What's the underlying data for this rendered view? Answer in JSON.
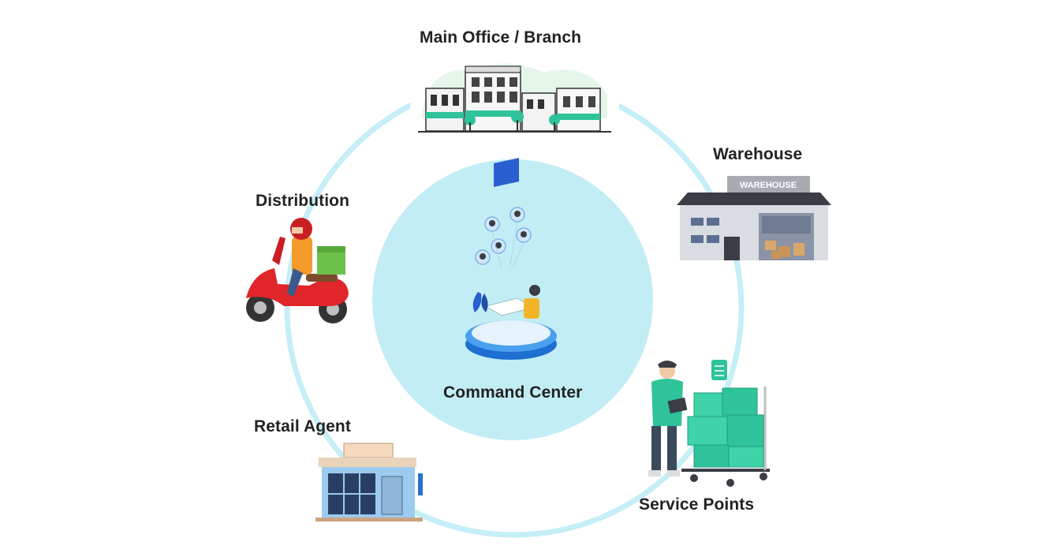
{
  "nodes": {
    "main_office": {
      "label": "Main Office / Branch"
    },
    "warehouse": {
      "label": "Warehouse",
      "sign": "WAREHOUSE"
    },
    "distribution": {
      "label": "Distribution"
    },
    "command_center": {
      "label": "Command Center"
    },
    "retail_agent": {
      "label": "Retail Agent"
    },
    "service_points": {
      "label": "Service Points"
    }
  },
  "colors": {
    "ring": "#c6eef6",
    "center_fill": "#c2edf5",
    "text": "#222222",
    "accent_green": "#2fc39a",
    "scooter_red": "#e0262b"
  }
}
